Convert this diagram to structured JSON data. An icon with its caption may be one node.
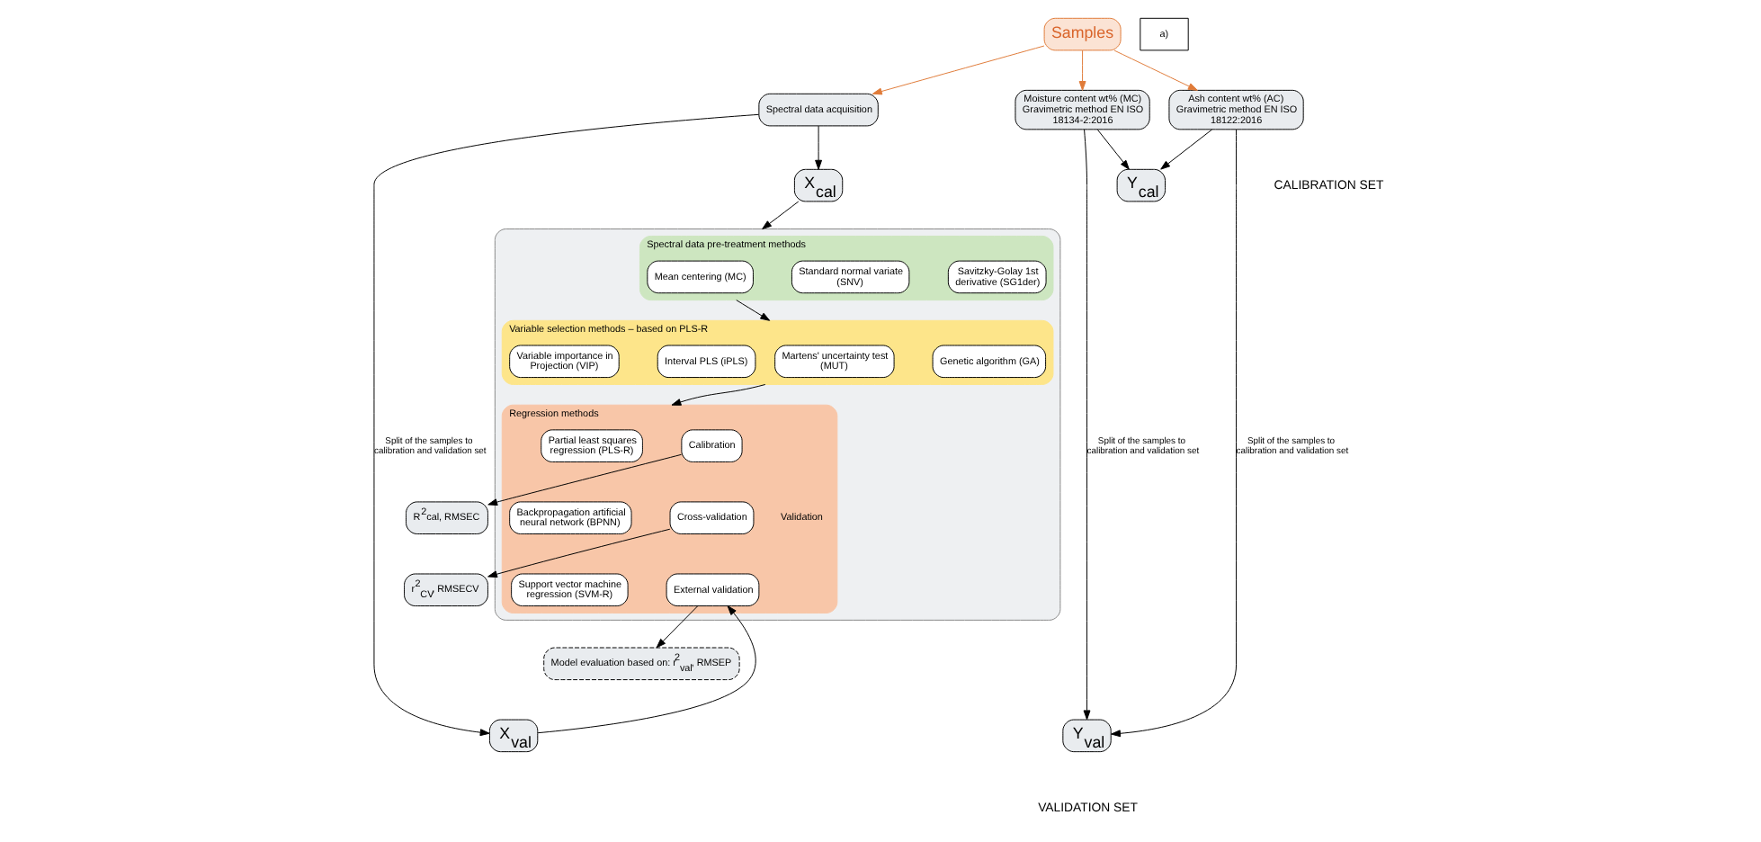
{
  "diagram": {
    "nodes": [
      {
        "text": [
          "Samples"
        ]
      },
      {
        "text": [
          "Spectral data acquisition"
        ]
      },
      {
        "text": [
          "X$_{cal}$"
        ]
      },
      {
        "text": [
          "Y$_{cal}$"
        ]
      },
      {
        "text": [
          "Moisture content wt% (MC) Gravimetric method EN ISO 18134-2:2016"
        ]
      },
      {
        "text": [
          "Ash content wt% (AC) Gravimetric method EN ISO 18122:2016"
        ]
      },
      {
        "text": [],
        "shape": "box"
      },
      {
        "text": [
          "Spectral data pre-treatment methods"
        ],
        "in": 6
      },
      {
        "text": [
          "Mean centering (MC)"
        ],
        "in": 7
      },
      {
        "text": [
          "Standard normal variate (SNV)"
        ],
        "in": 7
      },
      {
        "text": [
          "Savitzky-Golay 1st derivative (SG1der)"
        ],
        "in": 7
      },
      {
        "text": [
          "Variable selection methods – based on PLS-R"
        ],
        "in": 6
      },
      {
        "text": [
          "Martens' uncertainty test (MUT)"
        ],
        "in": 11
      },
      {
        "text": [
          "Genetic algorithm (GA)"
        ],
        "in": 11
      },
      {
        "text": [
          "Variable importance in Projection (VIP)"
        ],
        "in": 11
      },
      {
        "text": [
          "Interval PLS (iPLS)"
        ],
        "in": 11
      },
      {
        "text": [
          "Regression methods"
        ],
        "in": 6
      },
      {
        "text": [
          "Partial least squares regression (PLS-R)"
        ],
        "in": 16
      },
      {
        "text": [
          "Backpropagation artificial neural network (BPNN)"
        ],
        "in": 16
      },
      {
        "text": [
          "Support vector machine regression (SVM-R)"
        ],
        "in": 16
      },
      {
        "text": [
          "Calibration"
        ],
        "in": 16
      },
      {
        "text": [
          "Cross-validation"
        ],
        "in": 16
      },
      {
        "text": [
          "External validation"
        ],
        "in": 16
      },
      {
        "text": [
          "R$^{2}$cal, RMSEC"
        ]
      },
      {
        "text": [
          "r$^{2}$$_{CV}$, RMSECV"
        ]
      },
      {
        "text": [
          "Model evaluation based on: r$^{2}$$_{val}$, RMSEP"
        ]
      },
      {
        "text": [
          "X$_{val}$"
        ]
      },
      {
        "text": [
          "Y$_{val}$"
        ]
      },
      {
        "text": [
          "a)"
        ]
      }
    ],
    "edges": [
      {
        "from": 0,
        "to": 1,
        "arrow": "to",
        "color": "#e07b39"
      },
      {
        "from": 0,
        "to": 4,
        "arrow": "to",
        "color": "#e07b39"
      },
      {
        "from": 0,
        "to": 5,
        "arrow": "to",
        "color": "#e07b39"
      },
      {
        "from": 1,
        "to": 2,
        "arrow": "to"
      },
      {
        "from": 4,
        "to": 3,
        "arrow": "to"
      },
      {
        "from": 5,
        "to": 3,
        "arrow": "to"
      },
      {
        "from": 2,
        "to": 6,
        "arrow": "to"
      },
      {
        "from": 7,
        "to": 11,
        "arrow": "to"
      },
      {
        "from": 11,
        "to": 16,
        "arrow": "to"
      },
      {
        "from": 20,
        "to": 23,
        "arrow": "to"
      },
      {
        "from": 21,
        "to": 24,
        "arrow": "to"
      },
      {
        "from": 22,
        "to": 25,
        "arrow": "to"
      },
      {
        "from": 1,
        "to": 26,
        "arrow": "to",
        "label": "Split of the samples to calibration and validation set"
      },
      {
        "from": 4,
        "to": 27,
        "arrow": "to",
        "label": "Split of the samples to calibration and validation set"
      },
      {
        "from": 5,
        "to": 27,
        "arrow": "to",
        "label": "Split of the samples to calibration and validation set"
      },
      {
        "from": 26,
        "to": 22,
        "arrow": "to"
      }
    ],
    "labels": [
      "CALIBRATION SET",
      "Validation",
      "VALIDATION SET"
    ]
  }
}
